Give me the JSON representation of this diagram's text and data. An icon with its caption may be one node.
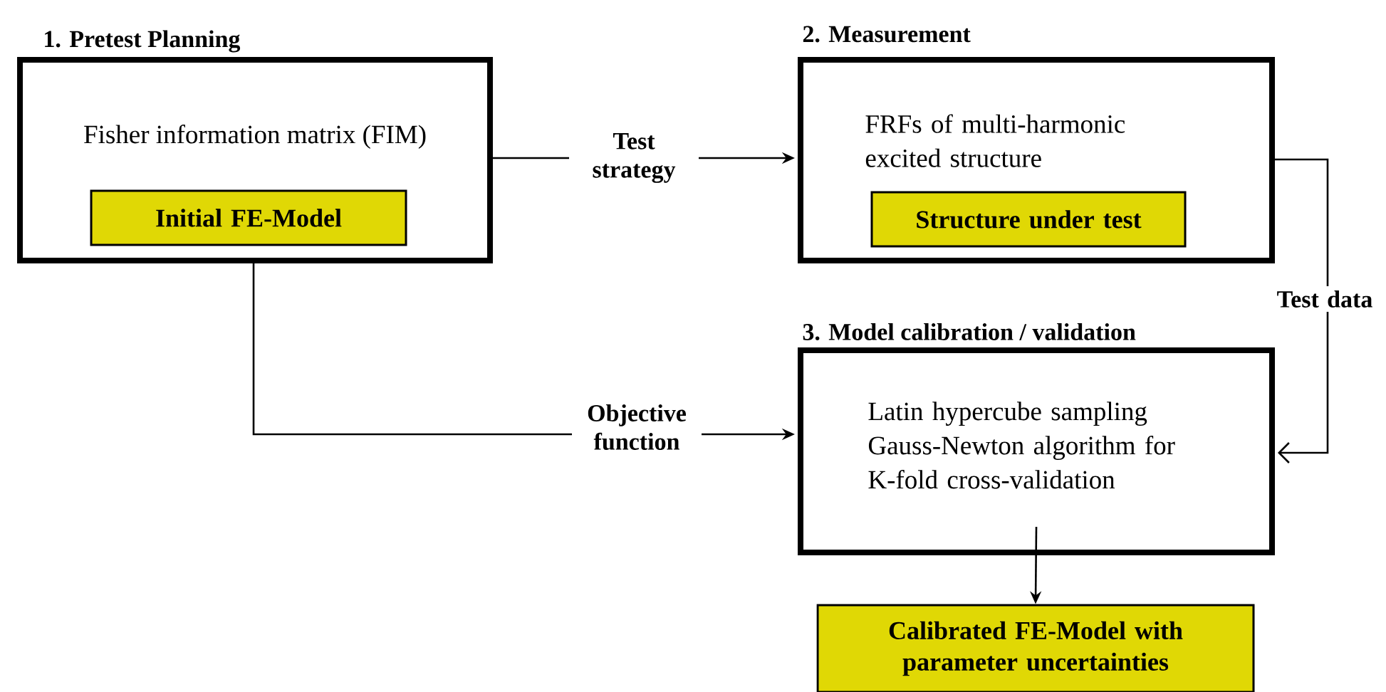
{
  "diagram": {
    "nodes": [
      {
        "text": [
          "1. Pretest Planning",
          "Fisher information matrix (FIM)"
        ]
      },
      {
        "text": [
          "Initial FE-Model"
        ],
        "in": 0
      },
      {
        "text": [
          "2. Measurement",
          "FRFs of multi-harmonic excited structure"
        ]
      },
      {
        "text": [
          "Structure under test"
        ],
        "in": 2
      },
      {
        "text": [
          "3. Model calibration / validation",
          "Latin hypercube sampling Gauss-Newton algorithm for K-fold cross-validation"
        ]
      },
      {
        "text": [
          "Calibrated FE-Model with parameter uncertainties"
        ]
      }
    ],
    "edges": [
      {
        "from": 0,
        "to": 2,
        "arrow": "to",
        "label": "Test strategy"
      },
      {
        "from": 0,
        "to": 4,
        "arrow": "to",
        "label": "Objective function"
      },
      {
        "from": 2,
        "to": 4,
        "arrow": "to",
        "label": "Test data"
      },
      {
        "from": 4,
        "to": 5,
        "arrow": "to"
      }
    ]
  }
}
